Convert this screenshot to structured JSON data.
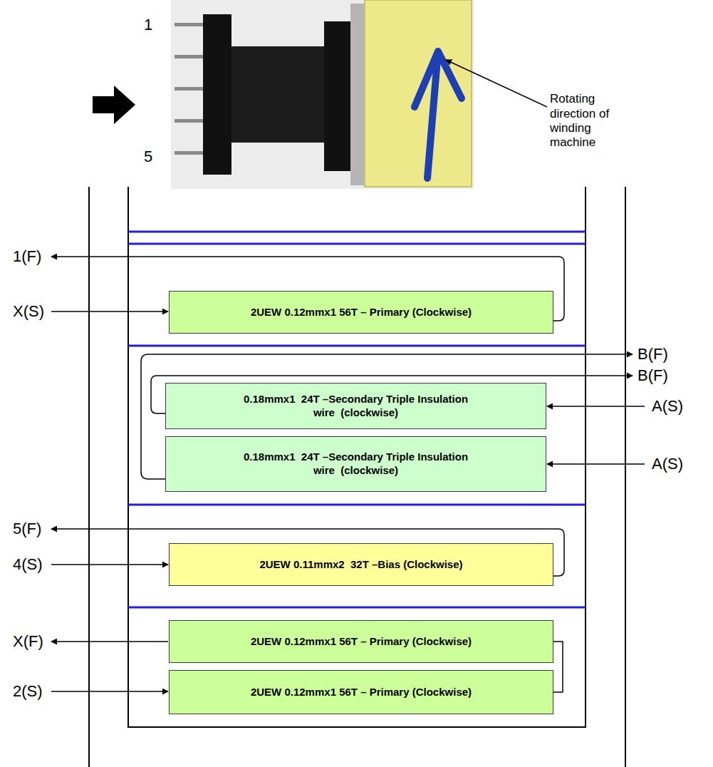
{
  "diagram": {
    "nodes": [
      {
        "text": [
          "2UEW 0.12mmx1 56T – Primary (Clockwise)"
        ]
      },
      {
        "text": [
          "0.18mmx1  24T –Secondary Triple Insulation wire  (clockwise)"
        ]
      },
      {
        "text": [
          "0.18mmx1  24T –Secondary Triple Insulation wire  (clockwise)"
        ]
      },
      {
        "text": [
          "2UEW 0.11mmx2  32T –Bias (Clockwise)"
        ]
      },
      {
        "text": [
          "2UEW 0.12mmx1 56T – Primary (Clockwise)"
        ]
      },
      {
        "text": [
          "2UEW 0.12mmx1 56T – Primary (Clockwise)"
        ]
      }
    ],
    "edges": [
      {
        "from": 5,
        "to": 4,
        "arrow": "none"
      }
    ],
    "labels": [
      "1",
      "5",
      "Rotating direction of winding machine",
      "1(F)",
      "X(S)",
      "B(F)",
      "B(F)",
      "A(S)",
      "A(S)",
      "5(F)",
      "4(S)",
      "X(F)",
      "2(S)"
    ]
  }
}
